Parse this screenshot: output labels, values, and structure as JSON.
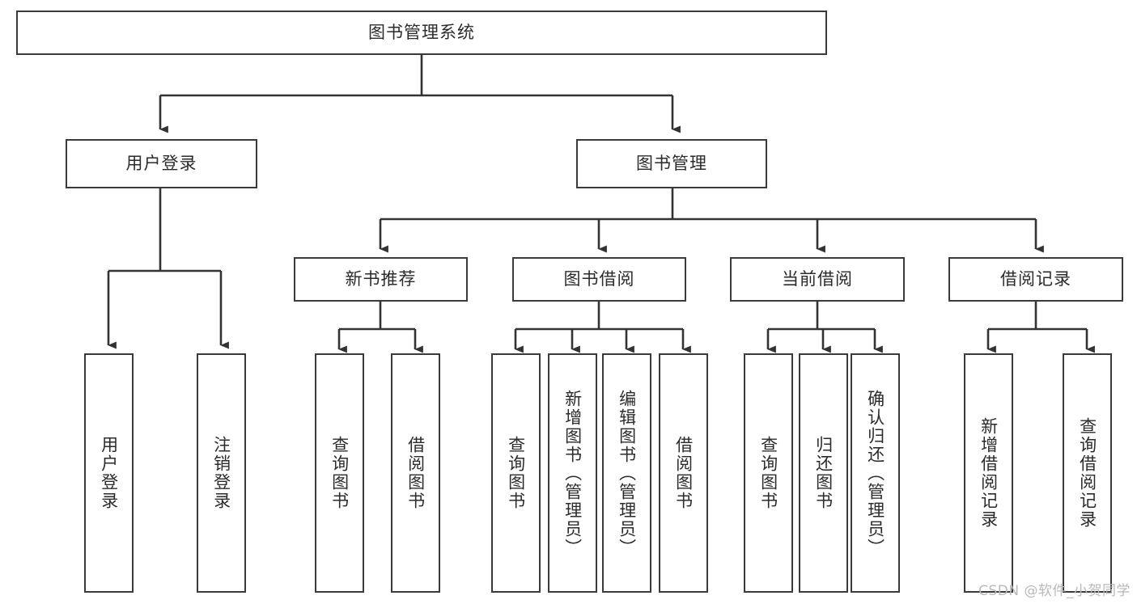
{
  "diagram": {
    "type": "tree",
    "title": "图书管理系统",
    "orientation": "top-down",
    "style": {
      "box_border_color": "#3a3a3a",
      "box_fill_color": "#ffffff",
      "edge_color": "#333333",
      "text_color": "#2b2b2b",
      "background": "#ffffff"
    }
  },
  "watermark": {
    "text": "CSDN @软件_小贺同学",
    "color": "#b9b9b9"
  },
  "nodes": {
    "root": {
      "label": "图书管理系统"
    },
    "level2": [
      {
        "id": "user-login",
        "label": "用户登录"
      },
      {
        "id": "book-manage",
        "label": "图书管理"
      }
    ],
    "level3": [
      {
        "id": "new-book-recommend",
        "label": "新书推荐"
      },
      {
        "id": "book-borrow",
        "label": "图书借阅"
      },
      {
        "id": "current-borrow",
        "label": "当前借阅"
      },
      {
        "id": "borrow-record",
        "label": "借阅记录"
      }
    ],
    "leaves": {
      "user_login": [
        {
          "id": "leaf-user-login",
          "label": "用户登录"
        },
        {
          "id": "leaf-logout-login",
          "label": "注销登录"
        }
      ],
      "new_book_recommend": [
        {
          "id": "leaf-query-book-1",
          "label": "查询图书"
        },
        {
          "id": "leaf-borrow-book-1",
          "label": "借阅图书"
        }
      ],
      "book_borrow": [
        {
          "id": "leaf-query-book-2",
          "label": "查询图书"
        },
        {
          "id": "leaf-add-book",
          "label": "新增图书（管理员）"
        },
        {
          "id": "leaf-edit-book",
          "label": "编辑图书（管理员）"
        },
        {
          "id": "leaf-borrow-book-2",
          "label": "借阅图书"
        }
      ],
      "current_borrow": [
        {
          "id": "leaf-query-book-3",
          "label": "查询图书"
        },
        {
          "id": "leaf-return-book",
          "label": "归还图书"
        },
        {
          "id": "leaf-confirm-return",
          "label": "确认归还（管理员）"
        }
      ],
      "borrow_record": [
        {
          "id": "leaf-add-borrow-record",
          "label": "新增借阅记录"
        },
        {
          "id": "leaf-query-borrow-record",
          "label": "查询借阅记录"
        }
      ]
    }
  }
}
